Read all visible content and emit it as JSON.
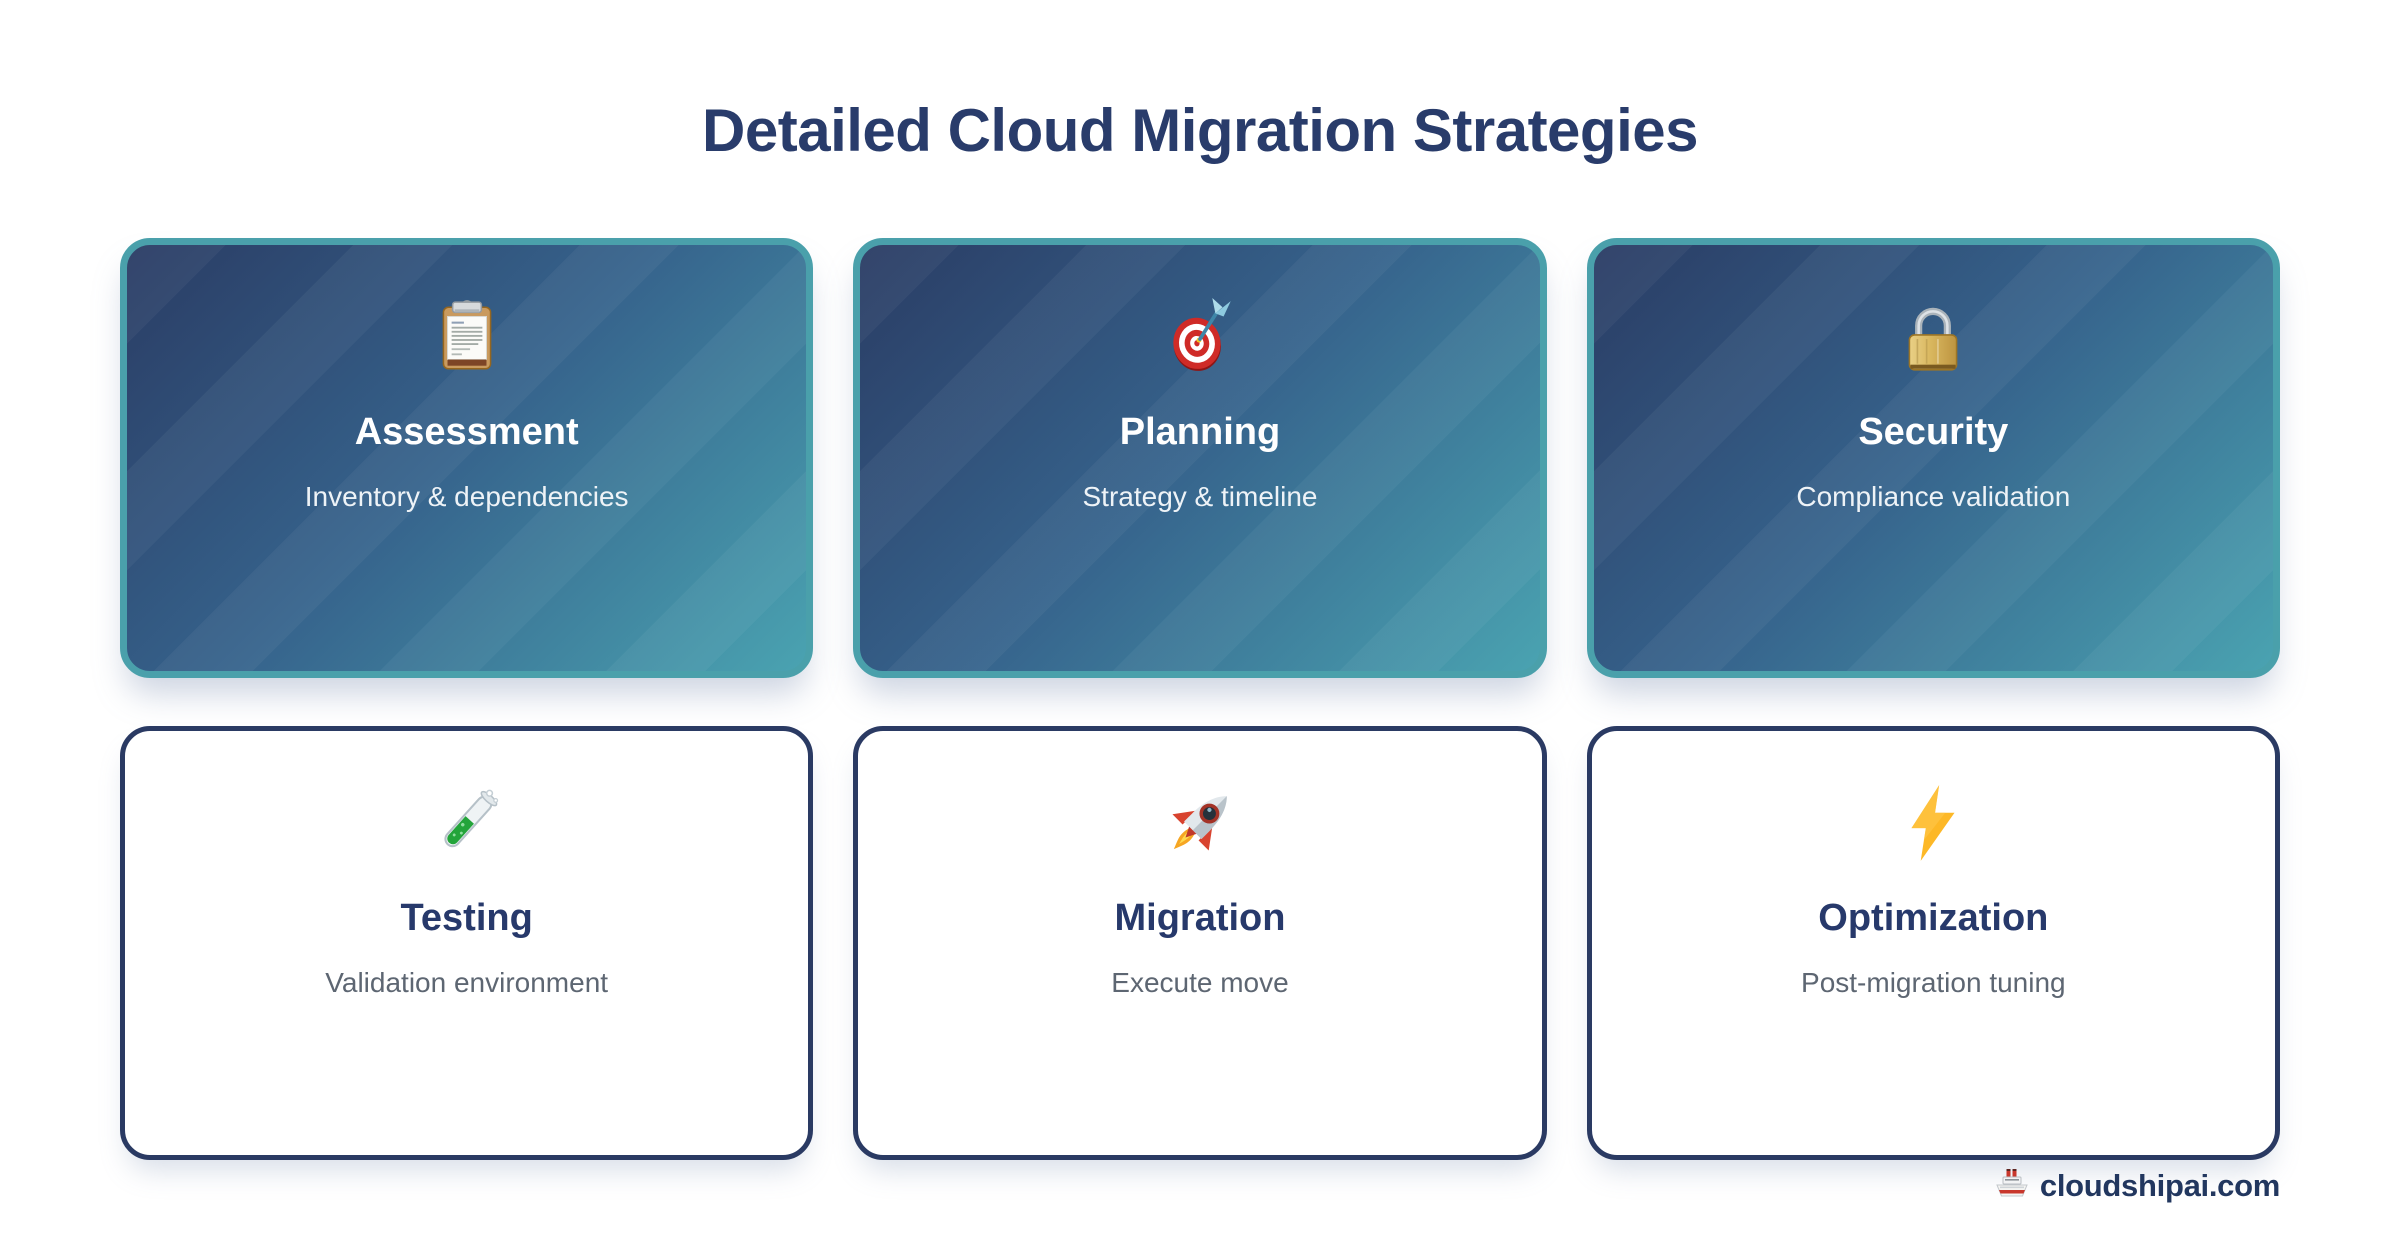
{
  "page": {
    "title": "Detailed Cloud Migration Strategies",
    "footer": {
      "brand": "cloudshipai.com",
      "icon": "ship-icon",
      "icon_glyph": "🚢"
    }
  },
  "colors": {
    "title_navy": "#293c6b",
    "teal_border": "#4aa0ab",
    "gradient_start": "#2a3c64",
    "gradient_end": "#4aa3b1",
    "outline_navy_border": "#2a3a63",
    "outline_title": "#27396b",
    "outline_subtitle_gray": "#5d6672",
    "gradient_text": "#ffffff",
    "background": "#ffffff"
  },
  "cards": [
    {
      "icon": "clipboard-icon",
      "icon_glyph": "📋",
      "style": "gradient",
      "title": "Assessment",
      "subtitle": "Inventory & dependencies"
    },
    {
      "icon": "target-icon",
      "icon_glyph": "🎯",
      "style": "gradient",
      "title": "Planning",
      "subtitle": "Strategy & timeline"
    },
    {
      "icon": "lock-icon",
      "icon_glyph": "🔒",
      "style": "gradient",
      "title": "Security",
      "subtitle": "Compliance validation"
    },
    {
      "icon": "test-tube-icon",
      "icon_glyph": "🧪",
      "style": "outline",
      "title": "Testing",
      "subtitle": "Validation environment"
    },
    {
      "icon": "rocket-icon",
      "icon_glyph": "🚀",
      "style": "outline",
      "title": "Migration",
      "subtitle": "Execute move"
    },
    {
      "icon": "lightning-icon",
      "icon_glyph": "⚡",
      "style": "outline",
      "title": "Optimization",
      "subtitle": "Post-migration tuning"
    }
  ]
}
